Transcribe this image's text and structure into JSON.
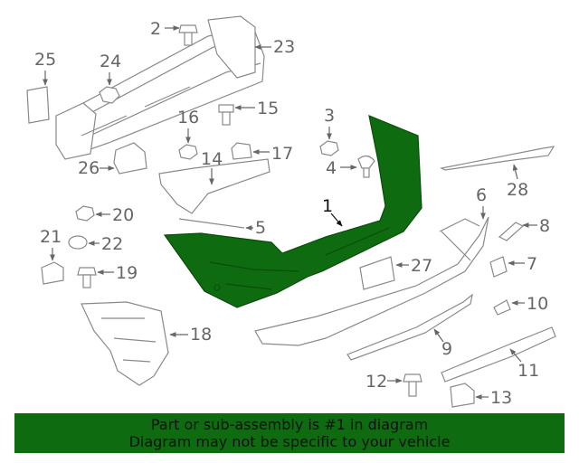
{
  "callouts": {
    "c1": "1",
    "c2": "2",
    "c3": "3",
    "c4": "4",
    "c5": "5",
    "c6": "6",
    "c7": "7",
    "c8": "8",
    "c9": "9",
    "c10": "10",
    "c11": "11",
    "c12": "12",
    "c13": "13",
    "c14": "14",
    "c15": "15",
    "c16": "16",
    "c17": "17",
    "c18": "18",
    "c19": "19",
    "c20": "20",
    "c21": "21",
    "c22": "22",
    "c23": "23",
    "c24": "24",
    "c25": "25",
    "c26": "26",
    "c27": "27",
    "c28": "28"
  },
  "highlight_color": "#0f6b0f",
  "banner": {
    "line1": "Part or sub-assembly is #1 in diagram",
    "line2": "Diagram may not be specific to your vehicle"
  }
}
